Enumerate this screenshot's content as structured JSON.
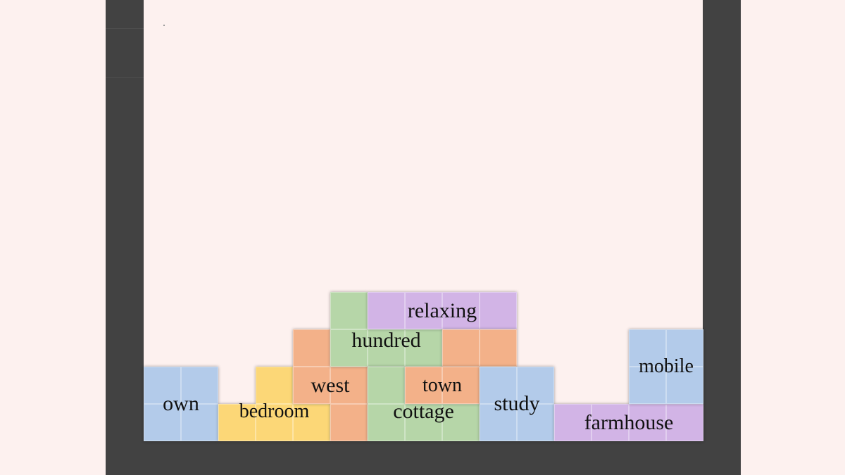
{
  "colors": {
    "blue": "#b3cbea",
    "yellow": "#fcd777",
    "orange": "#f3b189",
    "green": "#b6d6a8",
    "purple": "#d2b4e6",
    "wall": "#424242",
    "background": "#fdf1ef"
  },
  "board": {
    "cols": 15,
    "rows": 12
  },
  "pieces": [
    {
      "id": "own",
      "word": "own",
      "color": "blue",
      "cells": [
        [
          0,
          10
        ],
        [
          1,
          10
        ],
        [
          0,
          11
        ],
        [
          1,
          11
        ]
      ],
      "label_cell": [
        1,
        11
      ],
      "font": 30
    },
    {
      "id": "bedroom",
      "word": "bedroom",
      "color": "yellow",
      "cells": [
        [
          3,
          10
        ],
        [
          2,
          11
        ],
        [
          3,
          11
        ],
        [
          4,
          11
        ]
      ],
      "label_cell": [
        3.5,
        11.2
      ],
      "font": 28
    },
    {
      "id": "west",
      "word": "west",
      "color": "orange",
      "cells": [
        [
          4,
          9
        ],
        [
          4,
          10
        ],
        [
          5,
          10
        ],
        [
          5,
          11
        ]
      ],
      "label_cell": [
        5,
        10.5
      ],
      "font": 30
    },
    {
      "id": "hundred",
      "word": "hundred",
      "color": "green",
      "cells": [
        [
          5,
          8
        ],
        [
          5,
          9
        ],
        [
          6,
          9
        ],
        [
          7,
          9
        ]
      ],
      "label_cell": [
        6.5,
        9.3
      ],
      "font": 30
    },
    {
      "id": "relaxing",
      "word": "relaxing",
      "color": "purple",
      "cells": [
        [
          6,
          8
        ],
        [
          7,
          8
        ],
        [
          8,
          8
        ],
        [
          9,
          8
        ]
      ],
      "label_cell": [
        8,
        8.5
      ],
      "font": 30
    },
    {
      "id": "orange-block",
      "word": "",
      "color": "orange",
      "cells": [
        [
          8,
          9
        ],
        [
          9,
          9
        ]
      ],
      "label_cell": [
        9,
        9.5
      ],
      "font": 28
    },
    {
      "id": "cottage",
      "word": "cottage",
      "color": "green",
      "cells": [
        [
          6,
          10
        ],
        [
          6,
          11
        ],
        [
          7,
          11
        ],
        [
          8,
          11
        ]
      ],
      "label_cell": [
        7.5,
        11.2
      ],
      "font": 30
    },
    {
      "id": "town",
      "word": "town",
      "color": "orange",
      "cells": [
        [
          7,
          10
        ],
        [
          8,
          10
        ]
      ],
      "label_cell": [
        8,
        10.5
      ],
      "font": 28
    },
    {
      "id": "study",
      "word": "study",
      "color": "blue",
      "cells": [
        [
          9,
          10
        ],
        [
          10,
          10
        ],
        [
          9,
          11
        ],
        [
          10,
          11
        ]
      ],
      "label_cell": [
        10,
        11
      ],
      "font": 30
    },
    {
      "id": "farmhouse",
      "word": "farmhouse",
      "color": "purple",
      "cells": [
        [
          11,
          11
        ],
        [
          12,
          11
        ],
        [
          13,
          11
        ],
        [
          14,
          11
        ]
      ],
      "label_cell": [
        13,
        11.5
      ],
      "font": 30
    },
    {
      "id": "mobile",
      "word": "mobile",
      "color": "blue",
      "cells": [
        [
          13,
          9
        ],
        [
          14,
          9
        ],
        [
          13,
          10
        ],
        [
          14,
          10
        ]
      ],
      "label_cell": [
        14,
        10
      ],
      "font": 28
    }
  ]
}
